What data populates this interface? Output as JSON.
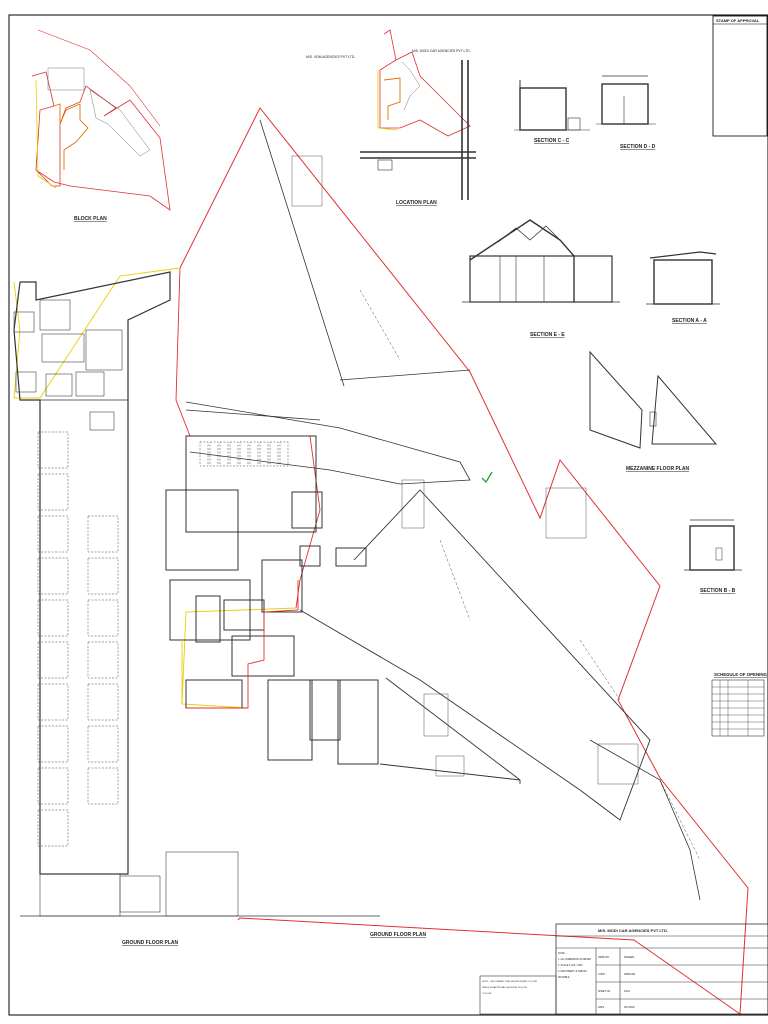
{
  "stamp": {
    "title": "STAMP OF APPROVAL"
  },
  "location_plan": {
    "left_owner": "M/S. VDM AGENCIES PVT LTD.",
    "right_owner": "M/S. MODI CAR AGENCIES PVT LTD.",
    "title": "LOCATION PLAN"
  },
  "block_plan": {
    "title": "BLOCK PLAN"
  },
  "sections": {
    "cc": "SECTION C - C",
    "dd": "SECTION D - D",
    "ee": "SECTION E - E",
    "aa": "SECTION A - A",
    "bb": "SECTION B - B"
  },
  "mezzanine": {
    "title": "MEZZANINE FLOOR PLAN"
  },
  "ground_floor": {
    "title_left": "GROUND FLOOR PLAN",
    "title_right": "GROUND FLOOR PLAN"
  },
  "schedule": {
    "title": "SCHEDULE OF OPENING"
  },
  "title_block": {
    "company": "M/S. MODI CAR AGENCIES PVT LTD.",
    "note_heading": "NOTE :-",
    "note_lines": [
      "1. ALL DIMENSION IN METER",
      "2. SCALE 1:100, 1:500",
      "3. MACHINERY & TABLES",
      "   MOVABLE"
    ],
    "rows": [
      {
        "label": "DRWN BY.",
        "value": "RAHEEM"
      },
      {
        "label": "CHKD.",
        "value": "DIWAKAR"
      },
      {
        "label": "SHEET NO.",
        "value": "01/01"
      },
      {
        "label": "DATE",
        "value": "09/7/2020"
      }
    ],
    "footnote_lines": [
      "NOTE :- SECONDARY LINE SHOWN IN RED COLOUR",
      "DEMOLISH APPROVAL SHOWN IN YELLOW",
      "COLOUR"
    ]
  },
  "colors": {
    "boundary": "#e03030",
    "demolish": "#e8d000",
    "linework": "#333333",
    "approval_tick": "#2aa83a"
  }
}
